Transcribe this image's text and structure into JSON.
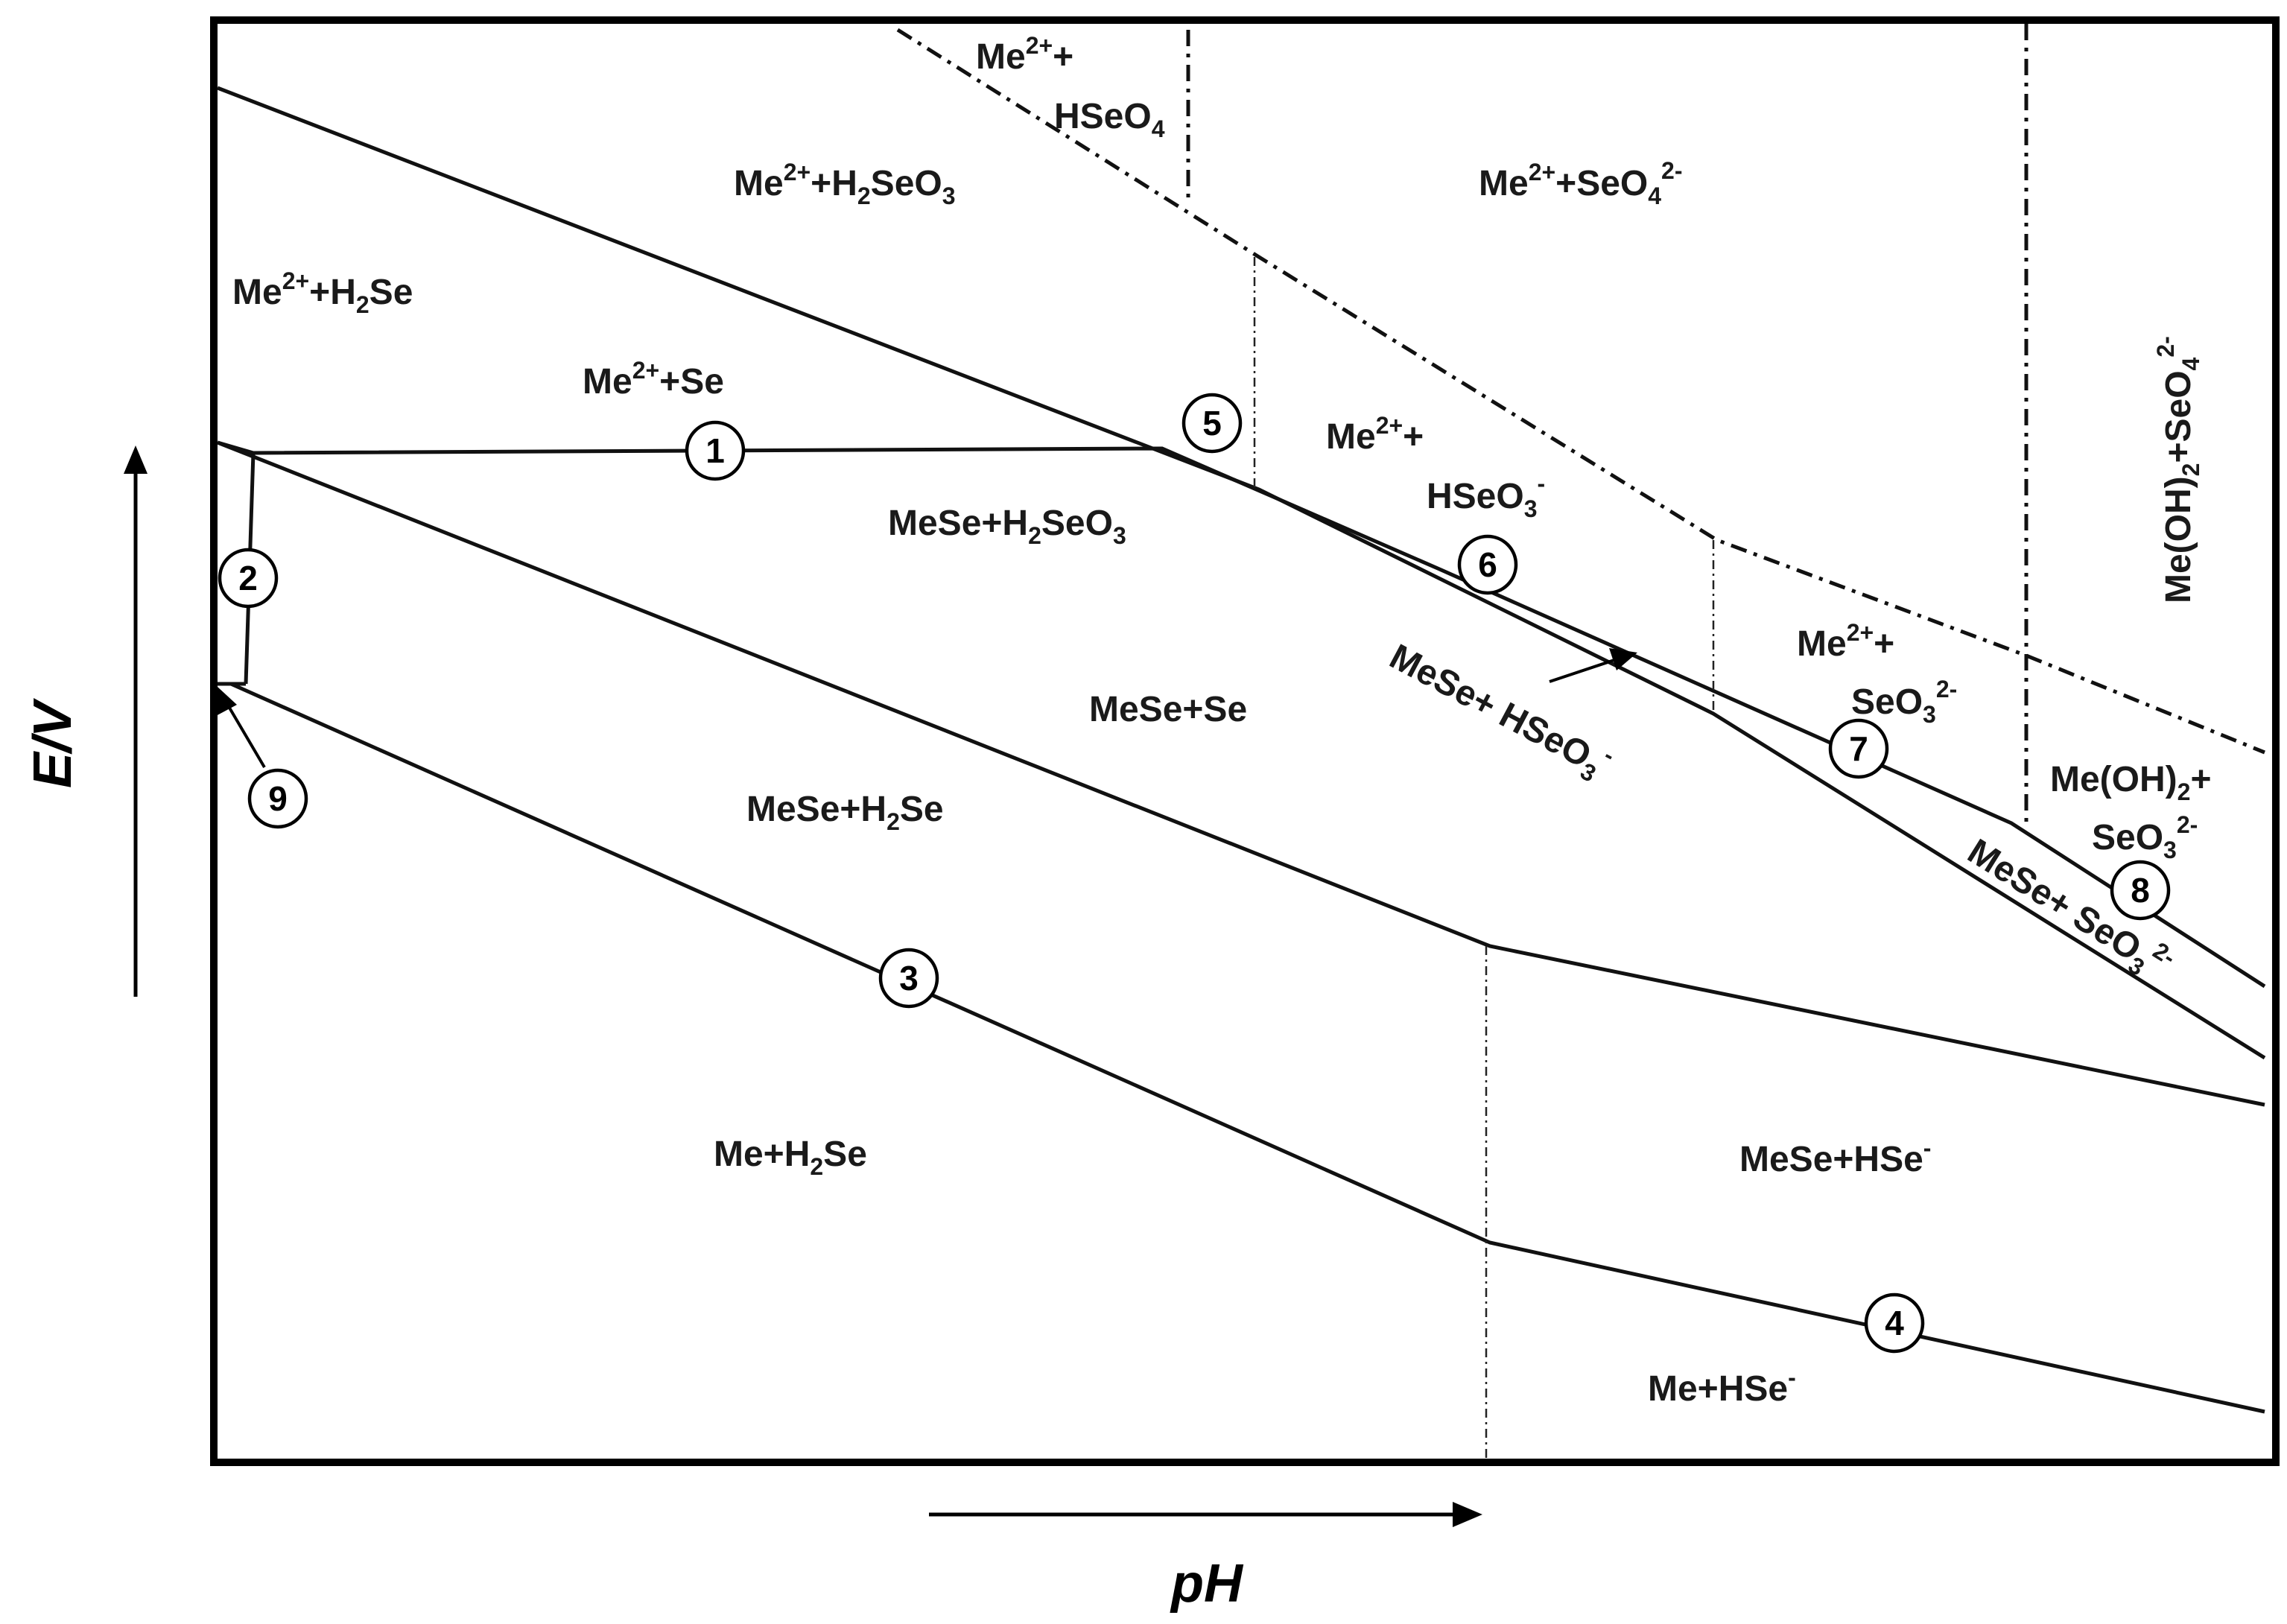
{
  "axes": {
    "x_label": "pH",
    "y_label": "E/V"
  },
  "regions": {
    "me_hseo4": {
      "line1_base": "Me",
      "line1_sup": "2+",
      "line1_tail": "+",
      "line2_base": "HSeO",
      "line2_sub": "4"
    },
    "me_h2seo3": {
      "base": "Me",
      "sup": "2+",
      "mid": "+H",
      "sub1": "2",
      "mid2": "SeO",
      "sub2": "3"
    },
    "me_seo4": {
      "base": "Me",
      "sup": "2+",
      "mid": "+SeO",
      "sub": "4",
      "sup2": "2-"
    },
    "me_h2se": {
      "base": "Me",
      "sup": "2+",
      "mid": "+H",
      "sub": "2",
      "tail": "Se"
    },
    "me_se": {
      "base": "Me",
      "sup": "2+",
      "tail": "+Se"
    },
    "mese_h2seo3": {
      "base": "MeSe+H",
      "sub1": "2",
      "mid": "SeO",
      "sub2": "3"
    },
    "me_hseo3": {
      "line1_base": "Me",
      "line1_sup": "2+",
      "line1_tail": "+",
      "line2_base": "HSeO",
      "line2_sub": "3",
      "line2_sup": "-"
    },
    "meoh2_seo4": {
      "base": "Me(OH)",
      "sub1": "2",
      "mid": "+SeO",
      "sub2": "4",
      "sup": "2-"
    },
    "mese_se": {
      "text": "MeSe+Se"
    },
    "mese_hseo3": {
      "base": "MeSe+ HSeO",
      "sub": "3",
      "sup": "-"
    },
    "me_seo3": {
      "line1_base": "Me",
      "line1_sup": "2+",
      "line1_tail": "+",
      "line2_base": "SeO",
      "line2_sub": "3",
      "line2_sup": "2-"
    },
    "meoh2_seo3": {
      "line1_base": "Me(OH)",
      "line1_sub": "2",
      "line1_tail": "+",
      "line2_base": "SeO",
      "line2_sub": "3",
      "line2_sup": "2-"
    },
    "mese_h2se": {
      "base": "MeSe+H",
      "sub": "2",
      "tail": "Se"
    },
    "mese_seo3": {
      "base": "MeSe+ SeO",
      "sub": "3",
      "sup": "2-"
    },
    "me_h2se_low": {
      "base": "Me+H",
      "sub": "2",
      "tail": "Se"
    },
    "mese_hse": {
      "base": "MeSe+HSe",
      "sup": "-"
    },
    "me_hse": {
      "base": "Me+HSe",
      "sup": "-"
    }
  },
  "markers": [
    "1",
    "2",
    "3",
    "4",
    "5",
    "6",
    "7",
    "8",
    "9"
  ]
}
